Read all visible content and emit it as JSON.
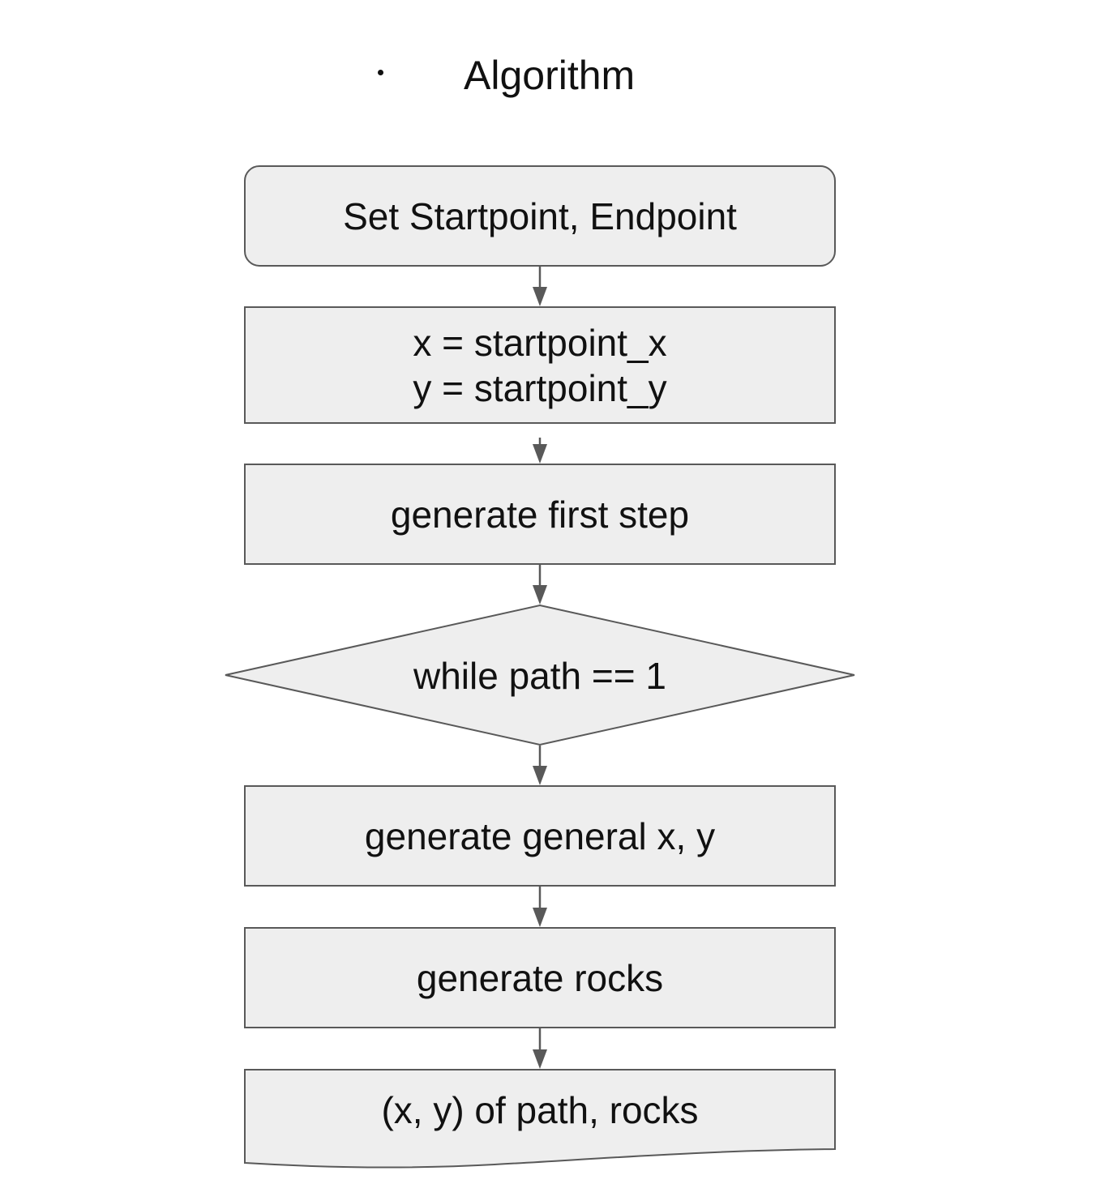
{
  "title": "Algorithm",
  "nodes": [
    {
      "id": "start",
      "shape": "rounded-rect",
      "label": "Set Startpoint, Endpoint"
    },
    {
      "id": "init",
      "shape": "rect",
      "label": "x = startpoint_x\ny = startpoint_y"
    },
    {
      "id": "first-step",
      "shape": "rect",
      "label": "generate first step"
    },
    {
      "id": "loop",
      "shape": "diamond",
      "label": "while path == 1"
    },
    {
      "id": "general-xy",
      "shape": "rect",
      "label": "generate general x, y"
    },
    {
      "id": "rocks",
      "shape": "rect",
      "label": "generate rocks"
    },
    {
      "id": "output",
      "shape": "document",
      "label": "(x, y) of path, rocks"
    }
  ],
  "colors": {
    "node_fill": "#eeeeee",
    "node_stroke": "#595959",
    "arrow": "#595959",
    "text": "#111111"
  }
}
